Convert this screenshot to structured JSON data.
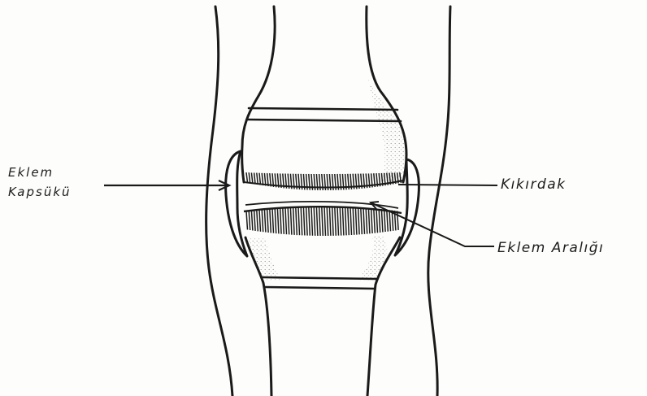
{
  "diagram": {
    "labels": {
      "capsule_line1": "Eklem",
      "capsule_line2": "Kapsükü",
      "cartilage": "Kıkırdak",
      "joint_space": "Eklem Aralığı"
    }
  }
}
